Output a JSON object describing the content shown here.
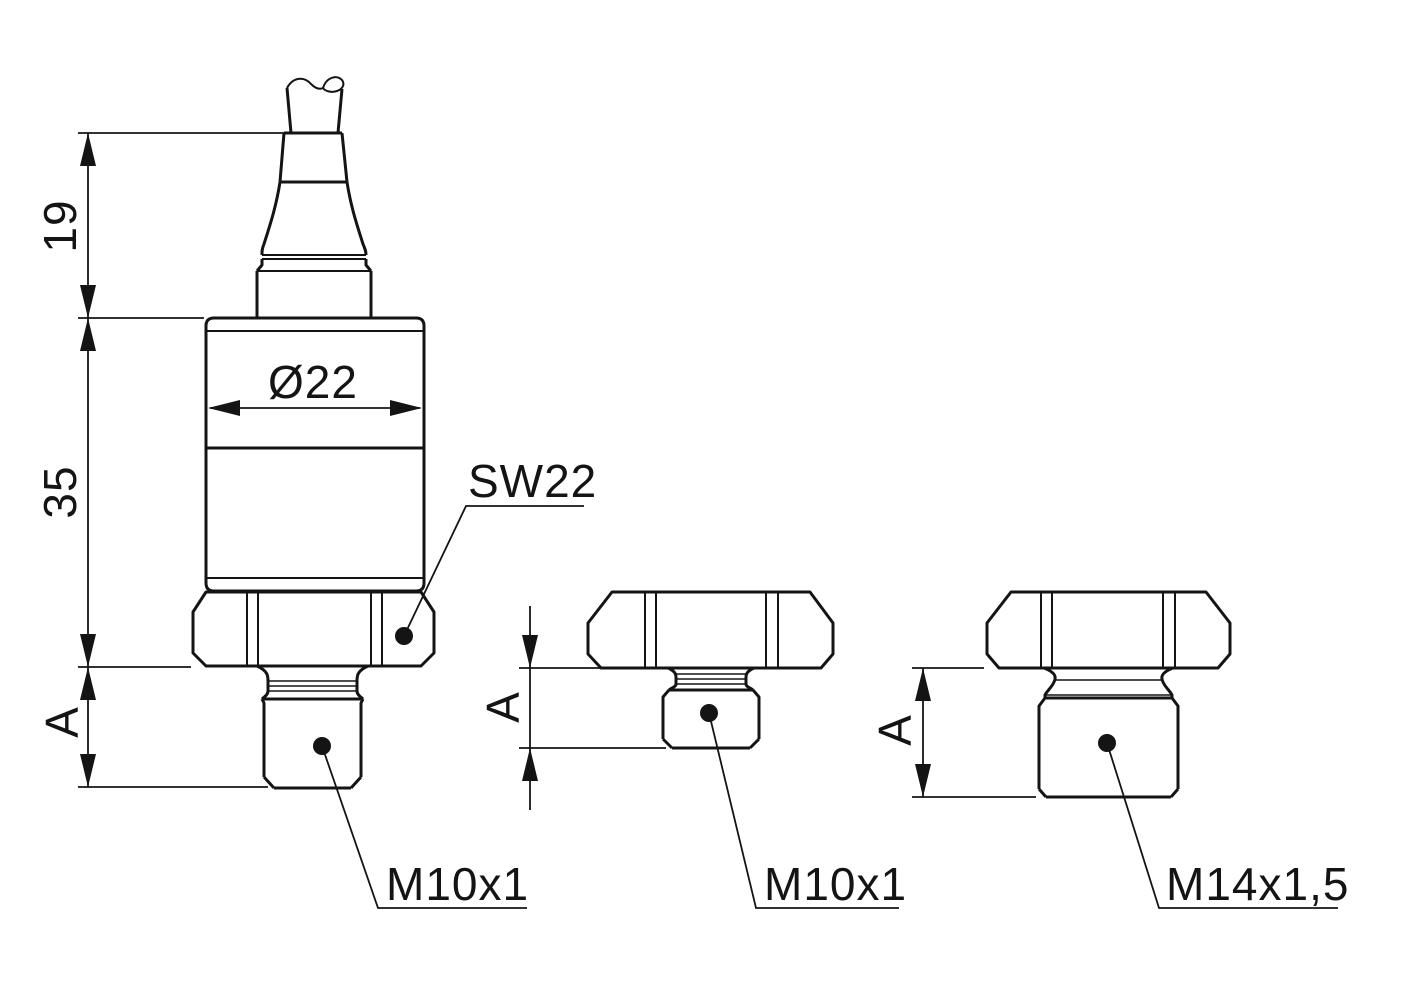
{
  "canvas": {
    "background": "#ffffff",
    "ink": "#141414"
  },
  "views": {
    "sensor": {
      "dims": {
        "cable_gland_height": "19",
        "body_height": "35",
        "thread_length": "A",
        "body_diameter": "Ø22"
      },
      "labels": {
        "wrench_size": "SW22",
        "thread": "M10x1"
      }
    },
    "adapter_m10": {
      "dims": {
        "thread_length": "A"
      },
      "labels": {
        "thread": "M10x1"
      }
    },
    "adapter_m14": {
      "dims": {
        "thread_length": "A"
      },
      "labels": {
        "thread": "M14x1,5"
      }
    }
  }
}
